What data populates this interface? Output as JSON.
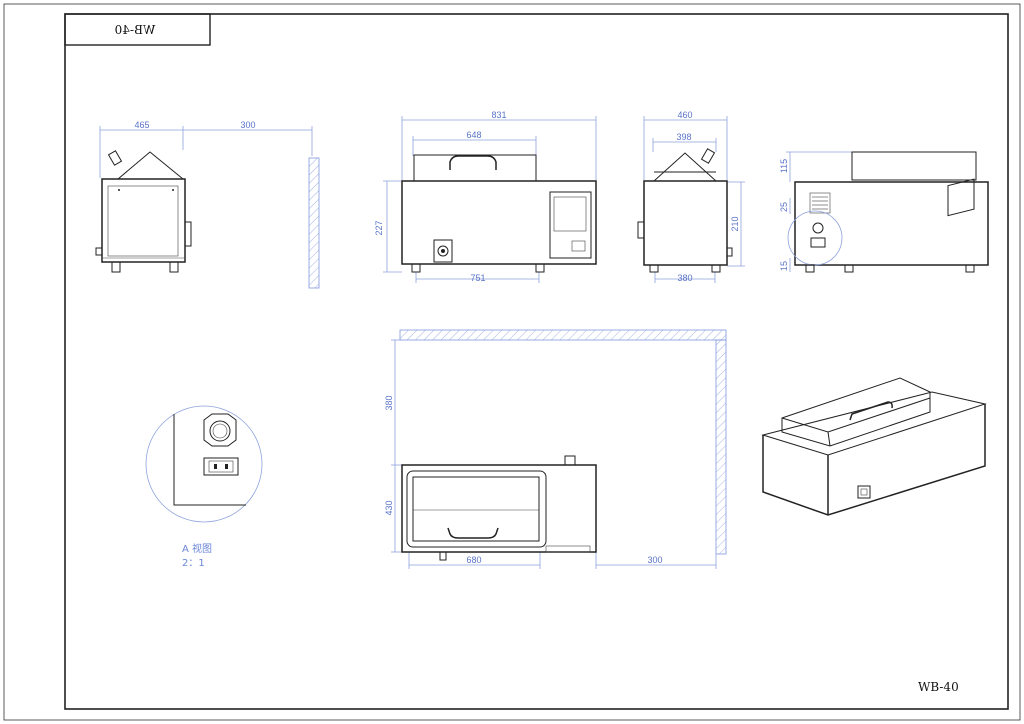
{
  "title_block": {
    "model_mirrored": "WB-40"
  },
  "corner_label": "WB-40",
  "views": {
    "left_side": {
      "width": "465",
      "clearance": "300"
    },
    "front": {
      "overall_width": "831",
      "lid_width": "648",
      "height": "227",
      "feet_span": "751"
    },
    "right_side": {
      "width": "460",
      "lid_width": "398",
      "height": "210",
      "feet_span": "380"
    },
    "rear": {
      "lid_height": "115",
      "vent_offset": "25",
      "base_offset": "15"
    },
    "detail": {
      "label": "A 视图",
      "scale": "2：1"
    },
    "top": {
      "rear_clearance": "380",
      "depth": "430",
      "tank_width": "680",
      "side_clearance": "300"
    }
  },
  "colors": {
    "dimension": "#8ea2dd",
    "line": "#222222",
    "frame": "#222222"
  }
}
